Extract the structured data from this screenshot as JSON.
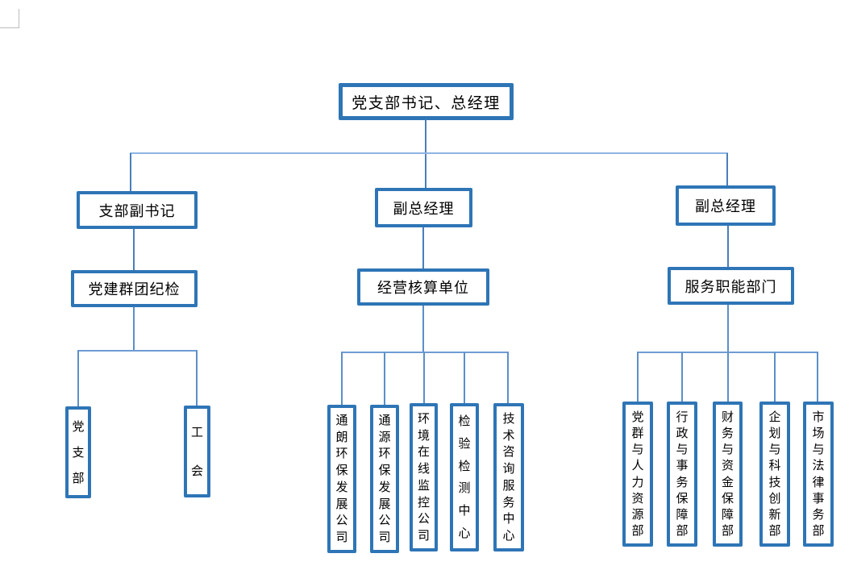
{
  "document": {
    "type": "org-chart-page",
    "corner_mark": "page-text-boundary"
  },
  "colors": {
    "box_border": "#2E75B6",
    "connector_vertical": "#4a7ebb",
    "connector_horizontal_main": "#8eb4e3",
    "connector_group": "#5b8fc9",
    "text": "#000000",
    "background": "#ffffff"
  },
  "org": {
    "root": {
      "label": "党支部书记、总经理"
    },
    "level2": [
      {
        "label": "支部副书记"
      },
      {
        "label": "副总经理"
      },
      {
        "label": "副总经理"
      }
    ],
    "level3": [
      {
        "label": "党建群团纪检"
      },
      {
        "label": "经营核算单位"
      },
      {
        "label": "服务职能部门"
      }
    ],
    "groups": [
      {
        "children": [
          "党支部",
          "工会"
        ]
      },
      {
        "children": [
          "通朗环保发展公司",
          "通源环保发展公司",
          "环境在线监控公司",
          "检验检测中心",
          "技术咨询服务中心"
        ]
      },
      {
        "children": [
          "党群与人力资源部",
          "行政与事务保障部",
          "财务与资金保障部",
          "企划与科技创新部",
          "市场与法律事务部"
        ]
      }
    ]
  }
}
